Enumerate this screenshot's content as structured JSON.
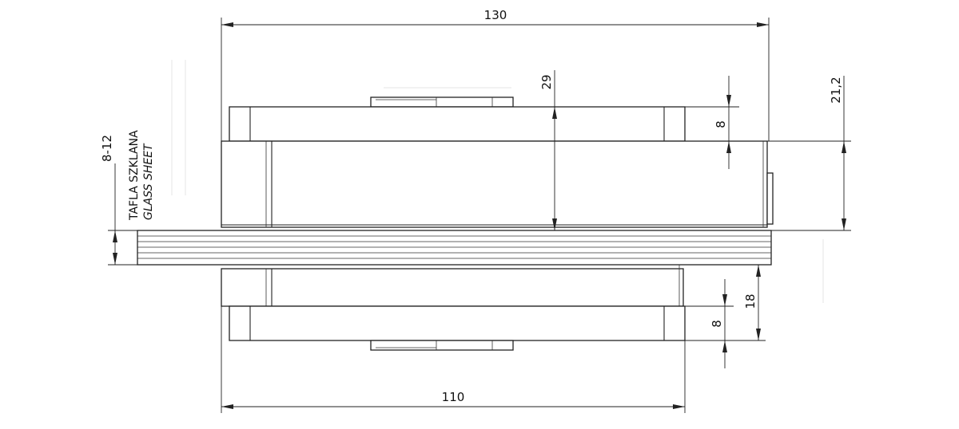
{
  "dimensions": {
    "total_length": "130",
    "base_length": "110",
    "upper_height": "29",
    "right_height": "21,2",
    "plate_upper": "8",
    "plate_lower": "8",
    "lower_height": "18",
    "glass_range": "8-12"
  },
  "labels": {
    "glass_pl": "TAFLA SZKLANA",
    "glass_en": "GLASS SHEET"
  },
  "colors": {
    "line": "#222222",
    "background": "#ffffff"
  }
}
